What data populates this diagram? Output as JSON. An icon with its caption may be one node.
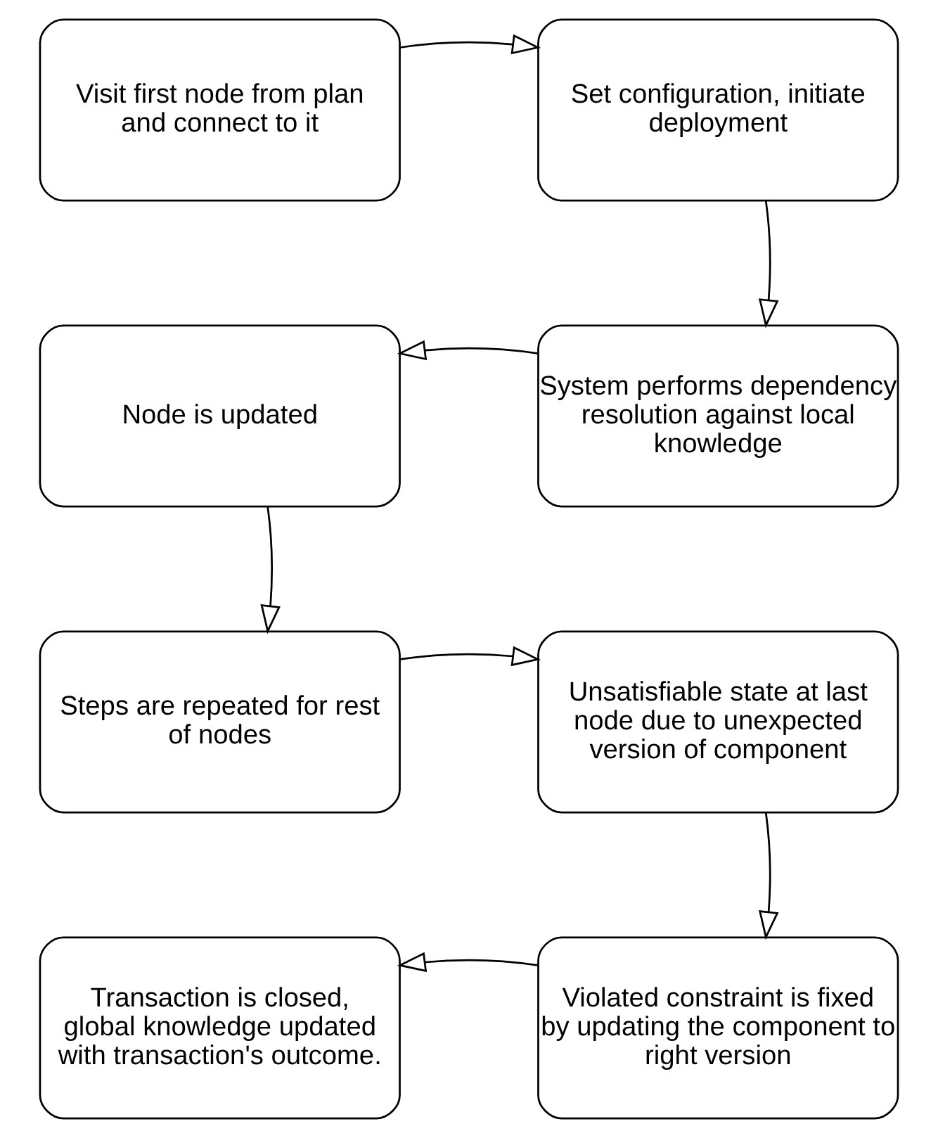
{
  "diagram": {
    "nodes": [
      {
        "text": [
          "Visit first node from plan and connect to it"
        ]
      },
      {
        "text": [
          "Set configuration, initiate deployment"
        ]
      },
      {
        "text": [
          "Node is updated"
        ]
      },
      {
        "text": [
          "System performs dependency resolution against local knowledge"
        ]
      },
      {
        "text": [
          "Steps are repeated for rest of nodes"
        ]
      },
      {
        "text": [
          "Unsatisfiable state at last node due to unexpected version of component"
        ]
      },
      {
        "text": [
          "Transaction is closed, global knowledge updated with transaction's outcome."
        ]
      },
      {
        "text": [
          "Violated constraint is fixed by updating the component to right version"
        ]
      }
    ],
    "edges": [
      {
        "from": 0,
        "to": 1,
        "arrow": "to"
      },
      {
        "from": 1,
        "to": 3,
        "arrow": "to"
      },
      {
        "from": 3,
        "to": 2,
        "arrow": "to"
      },
      {
        "from": 2,
        "to": 4,
        "arrow": "to"
      },
      {
        "from": 4,
        "to": 5,
        "arrow": "to"
      },
      {
        "from": 5,
        "to": 7,
        "arrow": "to"
      },
      {
        "from": 7,
        "to": 6,
        "arrow": "to"
      }
    ]
  }
}
